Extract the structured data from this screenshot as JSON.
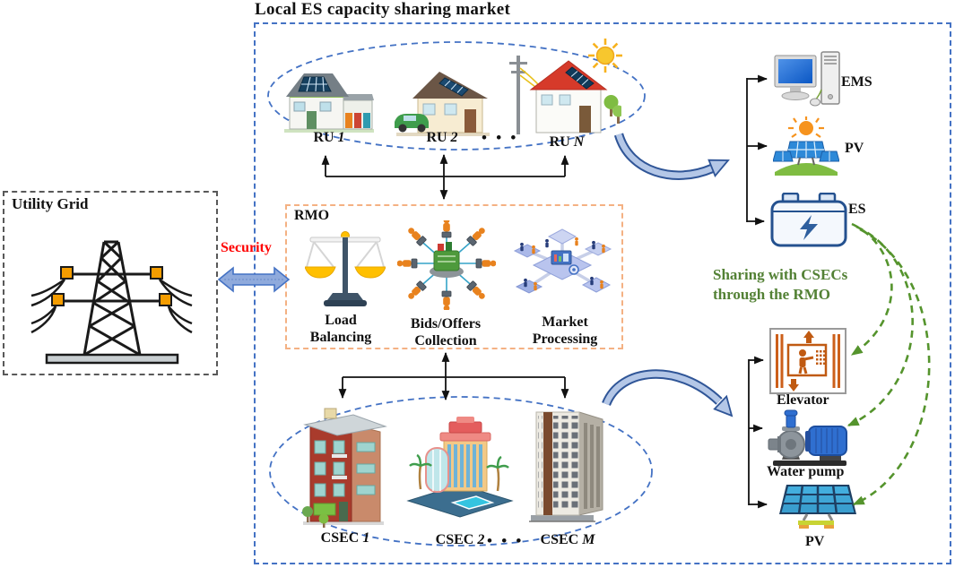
{
  "title": "Local ES capacity sharing market",
  "utility_grid": {
    "label": "Utility Grid"
  },
  "security": {
    "label": "Security"
  },
  "ru_group": {
    "units": [
      {
        "prefix": "RU",
        "num": "1"
      },
      {
        "prefix": "RU",
        "num": "2"
      },
      {
        "prefix": "RU",
        "num": "N"
      }
    ],
    "dots": "• • •"
  },
  "rmo": {
    "label": "RMO",
    "functions": [
      {
        "line1": "Load",
        "line2": "Balancing"
      },
      {
        "line1": "Bids/Offers",
        "line2": "Collection"
      },
      {
        "line1": "Market",
        "line2": "Processing"
      }
    ]
  },
  "csec_group": {
    "units": [
      {
        "prefix": "CSEC",
        "num": "1"
      },
      {
        "prefix": "CSEC",
        "num": "2"
      },
      {
        "prefix": "CSEC",
        "num": "M"
      }
    ],
    "dots": "• • •"
  },
  "ru_assets": {
    "ems": "EMS",
    "pv": "PV",
    "es": "ES"
  },
  "csec_assets": {
    "elevator": "Elevator",
    "water_pump": "Water pump",
    "pv": "PV"
  },
  "sharing_note": {
    "line1": "Sharing with CSECs",
    "line2": "through the RMO"
  },
  "colors": {
    "market_border": "#4472c4",
    "rmo_border": "#f4b183",
    "utility_border": "#595959",
    "security_text": "#ff0000",
    "sharing_green": "#538135",
    "green_arrow": "#55942d",
    "flow_arrow_fill": "#b4c7e7",
    "flow_arrow_edge": "#2f5597"
  }
}
